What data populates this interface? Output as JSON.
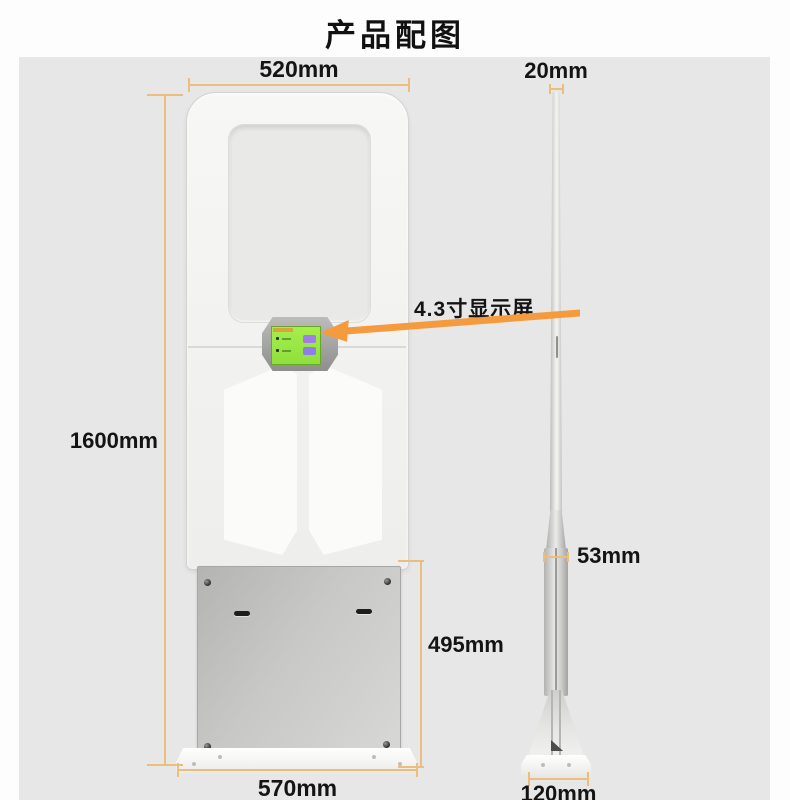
{
  "title": "产品配图",
  "front_view": {
    "width_top": "520mm",
    "height": "1600mm",
    "base_height": "495mm",
    "base_width": "570mm",
    "display_callout": "4.3寸显示屏"
  },
  "side_view": {
    "top_thickness": "20mm",
    "pole_depth": "53mm",
    "base_depth": "120mm"
  },
  "colors": {
    "dimension_line": "#ecbe7e",
    "callout_arrow": "#f59b3d",
    "screen_green": "#8fe03c",
    "background_panel": "#e7e7e7",
    "label_text": "#141414"
  }
}
